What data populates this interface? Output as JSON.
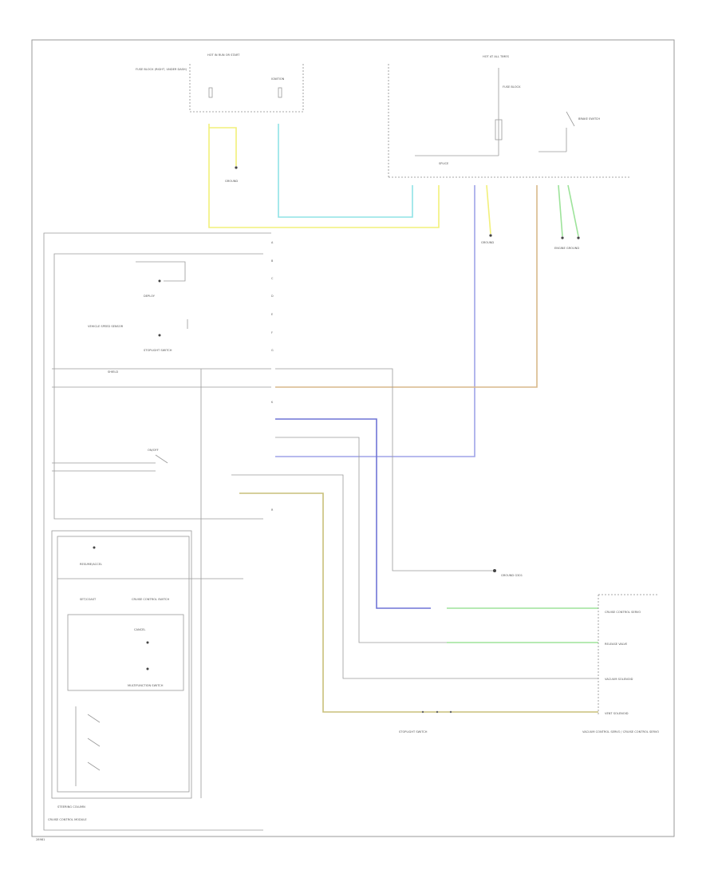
{
  "figure_id": "28981",
  "wire_colors": {
    "yellow": "#f2f07a",
    "cyan": "#8fe3e6",
    "blue": "#9fa3e8",
    "tan": "#d9b98a",
    "green": "#9de39a",
    "gray": "#9a9a9a",
    "olive": "#c8bf7a"
  },
  "labels": {
    "hot_in_start": "HOT IN RUN OR START",
    "fuse_left": "FUSE BLOCK (RIGHT, UNDER DASH)",
    "hot_at_all_times": "HOT AT ALL TIMES",
    "fuse_right": "FUSE BLOCK",
    "ignition": "IGNITION",
    "brake_switch": "BRAKE SWITCH",
    "ground": "GROUND",
    "engine_ground": "ENGINE GROUND",
    "shield": "SHIELD",
    "stoplight": "STOPLIGHT SWITCH",
    "cc_module": "CRUISE CONTROL MODULE",
    "deploy": "DEPLOY",
    "vss": "VEHICLE SPEED SENSOR",
    "resume": "RESUME/ACCEL",
    "setcoast": "SET/COAST",
    "onoff": "ON/OFF",
    "cruise_switch": "CRUISE CONTROL SWITCH",
    "cancel": "CANCEL",
    "multifunction": "MULTIFUNCTION SWITCH",
    "steering": "STEERING COLUMN",
    "release": "RELEASE VALVE",
    "vacuum": "VACUUM SOLENOID",
    "vent": "VENT SOLENOID",
    "servo": "CRUISE CONTROL SERVO",
    "servo_note": "VACUUM CONTROL SERVO / CRUISE CONTROL SERVO",
    "splice": "SPLICE",
    "ground_g": "GROUND G301"
  }
}
